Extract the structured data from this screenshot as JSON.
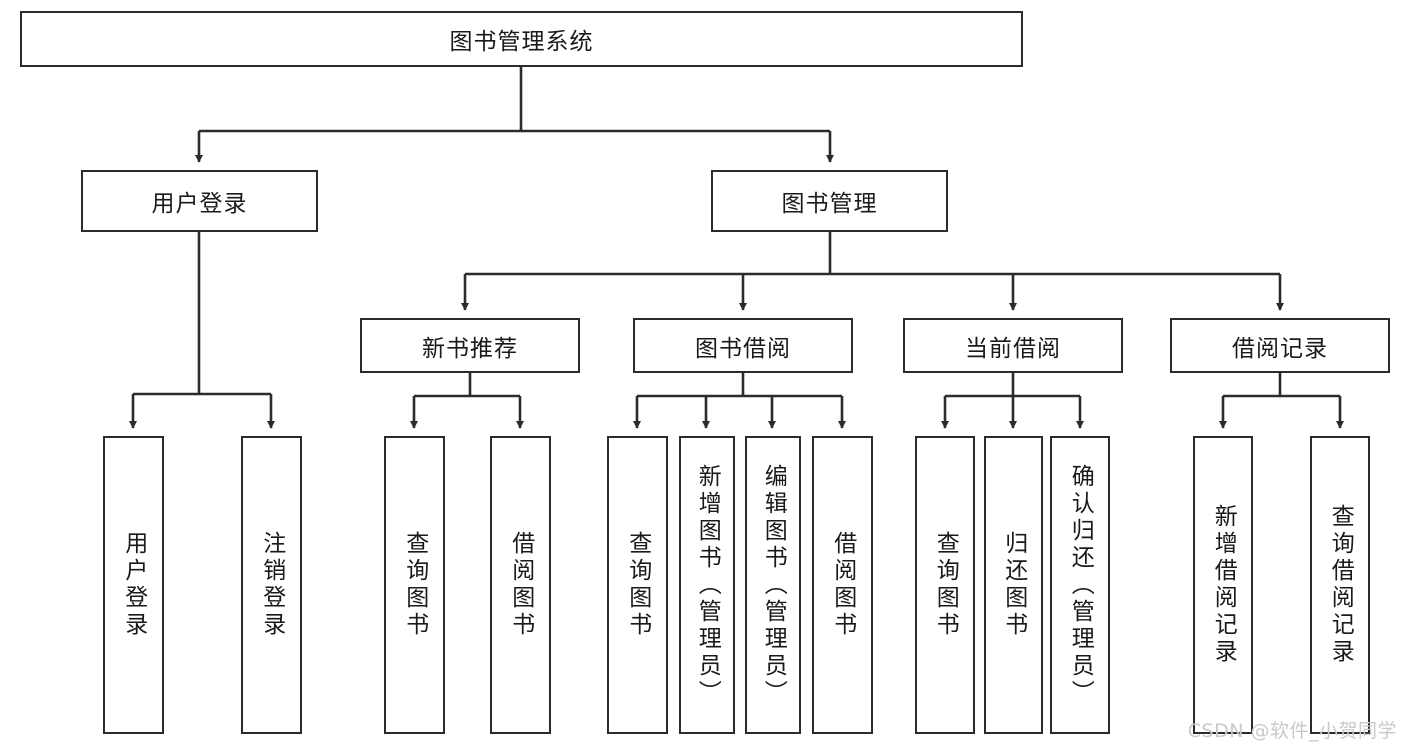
{
  "diagram": {
    "title": "图书管理系统",
    "watermark": "CSDN @软件_小贺同学",
    "colors": {
      "box_border": "#2b2b2b",
      "box_fill": "#ffffff",
      "edge": "#2b2b2b",
      "text": "#1a1a1a",
      "watermark": "#c9c9c9"
    },
    "levels": {
      "root": {
        "label": "图书管理系统"
      },
      "level2": [
        {
          "label": "用户登录"
        },
        {
          "label": "图书管理"
        }
      ],
      "level3": [
        {
          "label": "新书推荐"
        },
        {
          "label": "图书借阅"
        },
        {
          "label": "当前借阅"
        },
        {
          "label": "借阅记录"
        }
      ],
      "leaves": [
        {
          "label": "用户登录",
          "parent": "用户登录"
        },
        {
          "label": "注销登录",
          "parent": "用户登录"
        },
        {
          "label": "查询图书",
          "parent": "新书推荐"
        },
        {
          "label": "借阅图书",
          "parent": "新书推荐"
        },
        {
          "label": "查询图书",
          "parent": "图书借阅"
        },
        {
          "label": "新增图书（管理员）",
          "parent": "图书借阅"
        },
        {
          "label": "编辑图书（管理员）",
          "parent": "图书借阅"
        },
        {
          "label": "借阅图书",
          "parent": "图书借阅"
        },
        {
          "label": "查询图书",
          "parent": "当前借阅"
        },
        {
          "label": "归还图书",
          "parent": "当前借阅"
        },
        {
          "label": "确认归还（管理员）",
          "parent": "当前借阅"
        },
        {
          "label": "新增借阅记录",
          "parent": "借阅记录"
        },
        {
          "label": "查询借阅记录",
          "parent": "借阅记录"
        }
      ]
    }
  }
}
